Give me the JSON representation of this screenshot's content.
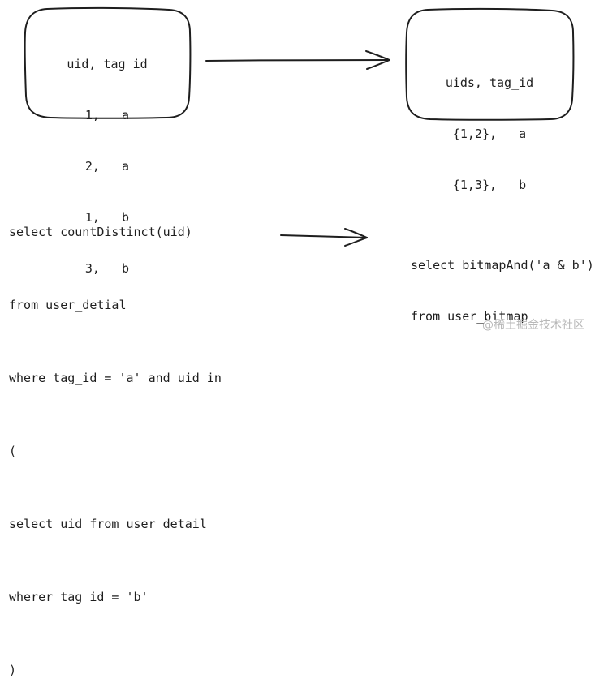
{
  "left_table": {
    "header": "uid, tag_id",
    "rows": [
      "1,   a",
      "2,   a",
      "1,   b",
      "3,   b"
    ]
  },
  "right_table": {
    "header": "uids, tag_id",
    "rows": [
      "{1,2},   a",
      "{1,3},   b"
    ]
  },
  "sql_left": [
    "select countDistinct(uid)",
    "from user_detial",
    "where tag_id = 'a' and uid in",
    "(",
    "select uid from user_detail",
    "wherer tag_id = 'b'",
    ")"
  ],
  "sql_right": [
    "select bitmapAnd('a & b')",
    "from user_bitmap"
  ],
  "watermark": "@稀土掘金技术社区",
  "colors": {
    "stroke": "#1e1e1e",
    "watermark": "#b8b8b8"
  }
}
